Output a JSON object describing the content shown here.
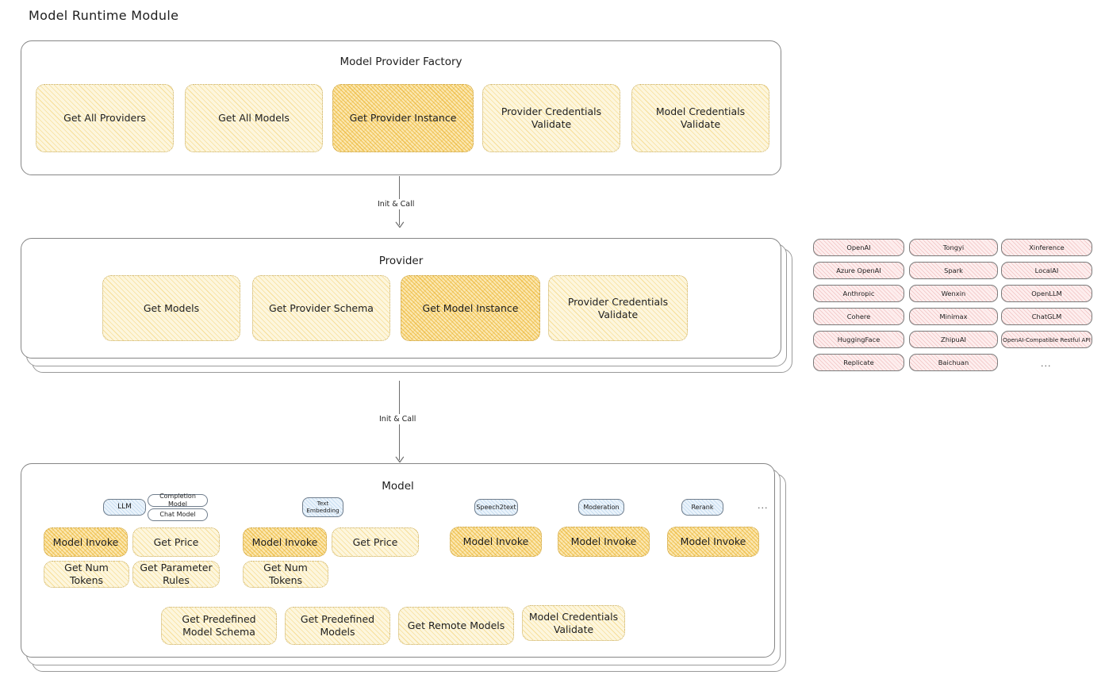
{
  "page": {
    "title": "Model Runtime Module"
  },
  "factory": {
    "title": "Model Provider Factory",
    "nodes": [
      {
        "label": "Get All Providers",
        "highlight": false
      },
      {
        "label": "Get All Models",
        "highlight": false
      },
      {
        "label": "Get Provider Instance",
        "highlight": true
      },
      {
        "label": "Provider Credentials Validate",
        "highlight": false
      },
      {
        "label": "Model Credentials Validate",
        "highlight": false
      }
    ]
  },
  "arrows": [
    {
      "label": "Init & Call"
    },
    {
      "label": "Init & Call"
    }
  ],
  "provider": {
    "title": "Provider",
    "nodes": [
      {
        "label": "Get Models",
        "highlight": false
      },
      {
        "label": "Get Provider Schema",
        "highlight": false
      },
      {
        "label": "Get Model Instance",
        "highlight": true
      },
      {
        "label": "Provider Credentials Validate",
        "highlight": false
      }
    ]
  },
  "provider_list": {
    "columns": [
      [
        "OpenAI",
        "Azure OpenAI",
        "Anthropic",
        "Cohere",
        "HuggingFace",
        "Replicate"
      ],
      [
        "Tongyi",
        "Spark",
        "Wenxin",
        "Minimax",
        "ZhipuAI",
        "Baichuan"
      ],
      [
        "Xinference",
        "LocalAI",
        "OpenLLM",
        "ChatGLM",
        "OpenAI-Compatible Restful API"
      ]
    ],
    "more": "..."
  },
  "model": {
    "title": "Model",
    "more": "...",
    "types": [
      {
        "name": "LLM",
        "subtypes": [
          "Completion Model",
          "Chat Model"
        ],
        "nodes": [
          {
            "label": "Model Invoke",
            "highlight": true
          },
          {
            "label": "Get Price",
            "highlight": false
          },
          {
            "label": "Get Num Tokens",
            "highlight": false
          },
          {
            "label": "Get Parameter Rules",
            "highlight": false
          }
        ]
      },
      {
        "name": "Text Embedding",
        "subtypes": [],
        "nodes": [
          {
            "label": "Model Invoke",
            "highlight": true
          },
          {
            "label": "Get Price",
            "highlight": false
          },
          {
            "label": "Get Num Tokens",
            "highlight": false
          }
        ]
      },
      {
        "name": "Speech2text",
        "subtypes": [],
        "nodes": [
          {
            "label": "Model Invoke",
            "highlight": true
          }
        ]
      },
      {
        "name": "Moderation",
        "subtypes": [],
        "nodes": [
          {
            "label": "Model Invoke",
            "highlight": true
          }
        ]
      },
      {
        "name": "Rerank",
        "subtypes": [],
        "nodes": [
          {
            "label": "Model Invoke",
            "highlight": true
          }
        ]
      }
    ],
    "shared_nodes": [
      {
        "label": "Get Predefined Model Schema",
        "highlight": false
      },
      {
        "label": "Get Predefined Models",
        "highlight": false
      },
      {
        "label": "Get Remote Models",
        "highlight": false
      },
      {
        "label": "Model Credentials Validate",
        "highlight": false
      }
    ]
  },
  "colors": {
    "node_fill_light": "#fdf6dd",
    "node_fill_strong": "#fbe7b0",
    "node_border": "#c9ae63",
    "provider_chip_fill": "#fdeeee",
    "pill_blue_fill": "#eaf3fb",
    "panel_border": "#868686",
    "text": "#1e1e1e"
  }
}
